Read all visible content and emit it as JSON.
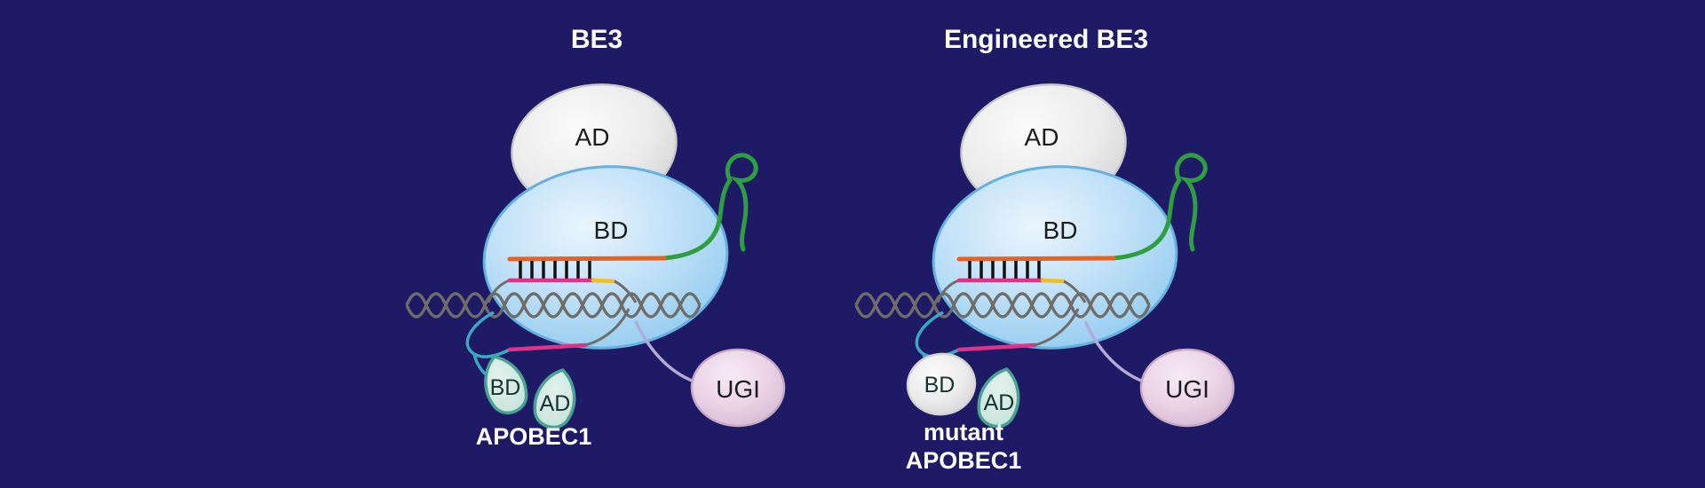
{
  "figure": {
    "panels": [
      {
        "title": "BE3",
        "cas9": {
          "ad": "AD",
          "bd": "BD"
        },
        "apobec": {
          "bd": "BD",
          "ad": "AD",
          "name": "APOBEC1"
        },
        "ugi": "UGI"
      },
      {
        "title": "Engineered BE3",
        "cas9": {
          "ad": "AD",
          "bd": "BD"
        },
        "apobec": {
          "bd": "BD",
          "ad": "AD",
          "name_line1": "mutant",
          "name_line2": "APOBEC1"
        },
        "ugi": "UGI"
      }
    ],
    "colors": {
      "background": "#1e1a66",
      "cas9_body_blue": "#aed6f2",
      "cas9_body_stroke": "#66b1e0",
      "ad_domain_gray": "#e9e9e9",
      "apobec_leaf_fill": "#cfe8e1",
      "apobec_leaf_stroke": "#4aa392",
      "ugi_fill": "#e9d2e5",
      "guide_rna_orange": "#e8611f",
      "target_strand_magenta": "#e23189",
      "pam_yellow": "#edbf2e",
      "sgrna_scaffold_green": "#2f9e3f",
      "dna_gray": "#6f6d6a",
      "displaced_strand_cyan": "#3aa9c4",
      "ugi_linker_lavender": "#b3aad6",
      "basepair_black": "#111111"
    }
  }
}
